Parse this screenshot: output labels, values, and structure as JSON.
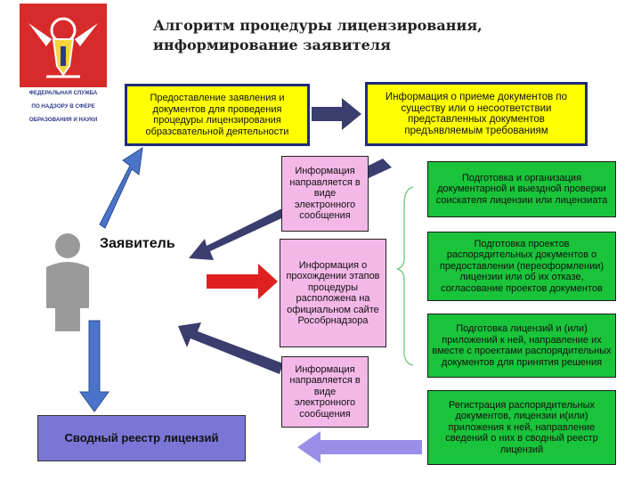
{
  "title": {
    "line1": "Алгоритм процедуры лицензирования,",
    "line2": "информирование заявителя"
  },
  "agency": {
    "line1": "ФЕДЕРАЛЬНАЯ СЛУЖБА",
    "line2": "ПО НАДЗОРУ В СФЕРЕ",
    "line3": "ОБРАЗОВАНИЯ И НАУКИ"
  },
  "applicant_label": "Заявитель",
  "boxes": {
    "submit": "Предоставление заявления и документов для проведения процедуры лицензирования образсвательной деятельности",
    "acceptance": "Информация о приеме документов по существу или о несоответствии представленных документов предъявляемым требованиям",
    "info_electronic_1": "Информация направляется в виде электронного сообщения",
    "info_website": "Информация о прохождении этапов процедуры расположена на официальном сайте Рособрнадзора",
    "info_electronic_2": "Информация направляется в виде электронного сообщения",
    "step1": "Подготовка и организация документарной и выездной проверки соискателя лицензии или лицензиата",
    "step2": "Подготовка проектов распорядительных документов о предоставлении (переоформлении) лицензии или об их отказе, согласование проектов документов",
    "step3": "Подготовка лицензий и (или) приложений к ней, направление их вместе с проектами распорядительных документов для принятия решения",
    "step4": "Регистрация распорядительных документов, лицензии и(или) приложения к ней, направление сведений о них в сводный реестр лицензий",
    "registry": "Сводный реестр лицензий"
  },
  "colors": {
    "yellow": "#ffff00",
    "green": "#19c33a",
    "pink": "#f4b8e8",
    "blue": "#7b76d6",
    "red_arrow": "#e02020",
    "dark_arrow": "#3a3d6e",
    "blue_arrow": "#4a74c9"
  }
}
